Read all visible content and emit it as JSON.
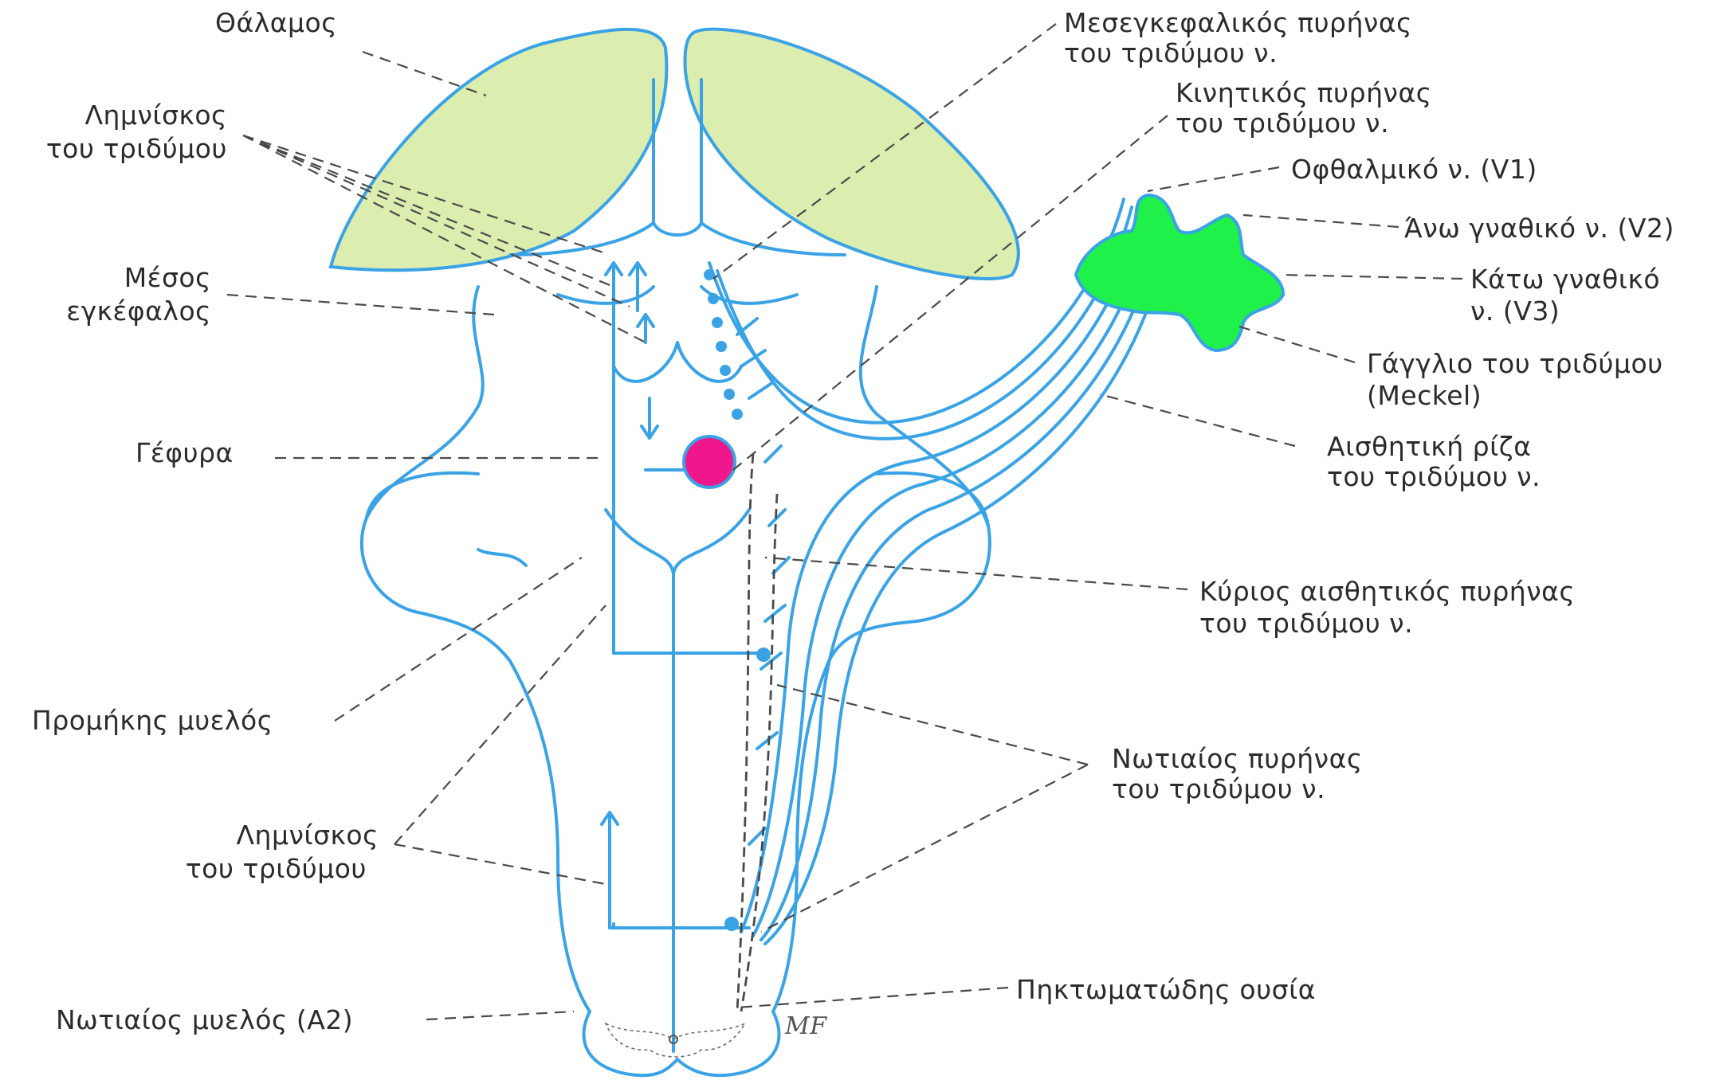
{
  "labels": {
    "thalamus": "Θάλαμος",
    "lemniscus_top_1": "Λημνίσκος",
    "lemniscus_top_2": "του τριδύμου",
    "midbrain_1": "Μέσος",
    "midbrain_2": "εγκέφαλος",
    "pons": "Γέφυρα",
    "medulla": "Προμήκης μυελός",
    "lemniscus_bottom_1": "Λημνίσκος",
    "lemniscus_bottom_2": "του τριδύμου",
    "spinal_cord": "Νωτιαίος μυελός (Α2)",
    "mesencephalic_1": "Μεσεγκεφαλικός πυρήνας",
    "mesencephalic_2": "του τριδύμου ν.",
    "motor_1": "Κινητικός πυρήνας",
    "motor_2": "του τριδύμου ν.",
    "ophthalmic": "Οφθαλμικό ν. (V1)",
    "maxillary": "Άνω γναθικό ν. (V2)",
    "mandibular_1": "Κάτω γναθικό",
    "mandibular_2": "ν. (V3)",
    "ganglion_1": "Γάγγλιο του τριδύμου",
    "ganglion_2": "(Meckel)",
    "sensory_root_1": "Αισθητική ρίζα",
    "sensory_root_2": "του τριδύμου ν.",
    "principal_1": "Κύριος αισθητικός πυρήνας",
    "principal_2": "του τριδύμου ν.",
    "spinal_nucleus_1": "Νωτιαίος πυρήνας",
    "spinal_nucleus_2": "του τριδύμου ν.",
    "gelatinosa": "Πηκτωματώδης ουσία",
    "signature": "MF"
  },
  "colors": {
    "outline": "#3aa3e6",
    "thalamus_fill": "#dcedb0",
    "ganglion_fill": "#1ff04a",
    "motor_nucleus_fill": "#f0178d",
    "leader_line": "#4a4a4a"
  }
}
